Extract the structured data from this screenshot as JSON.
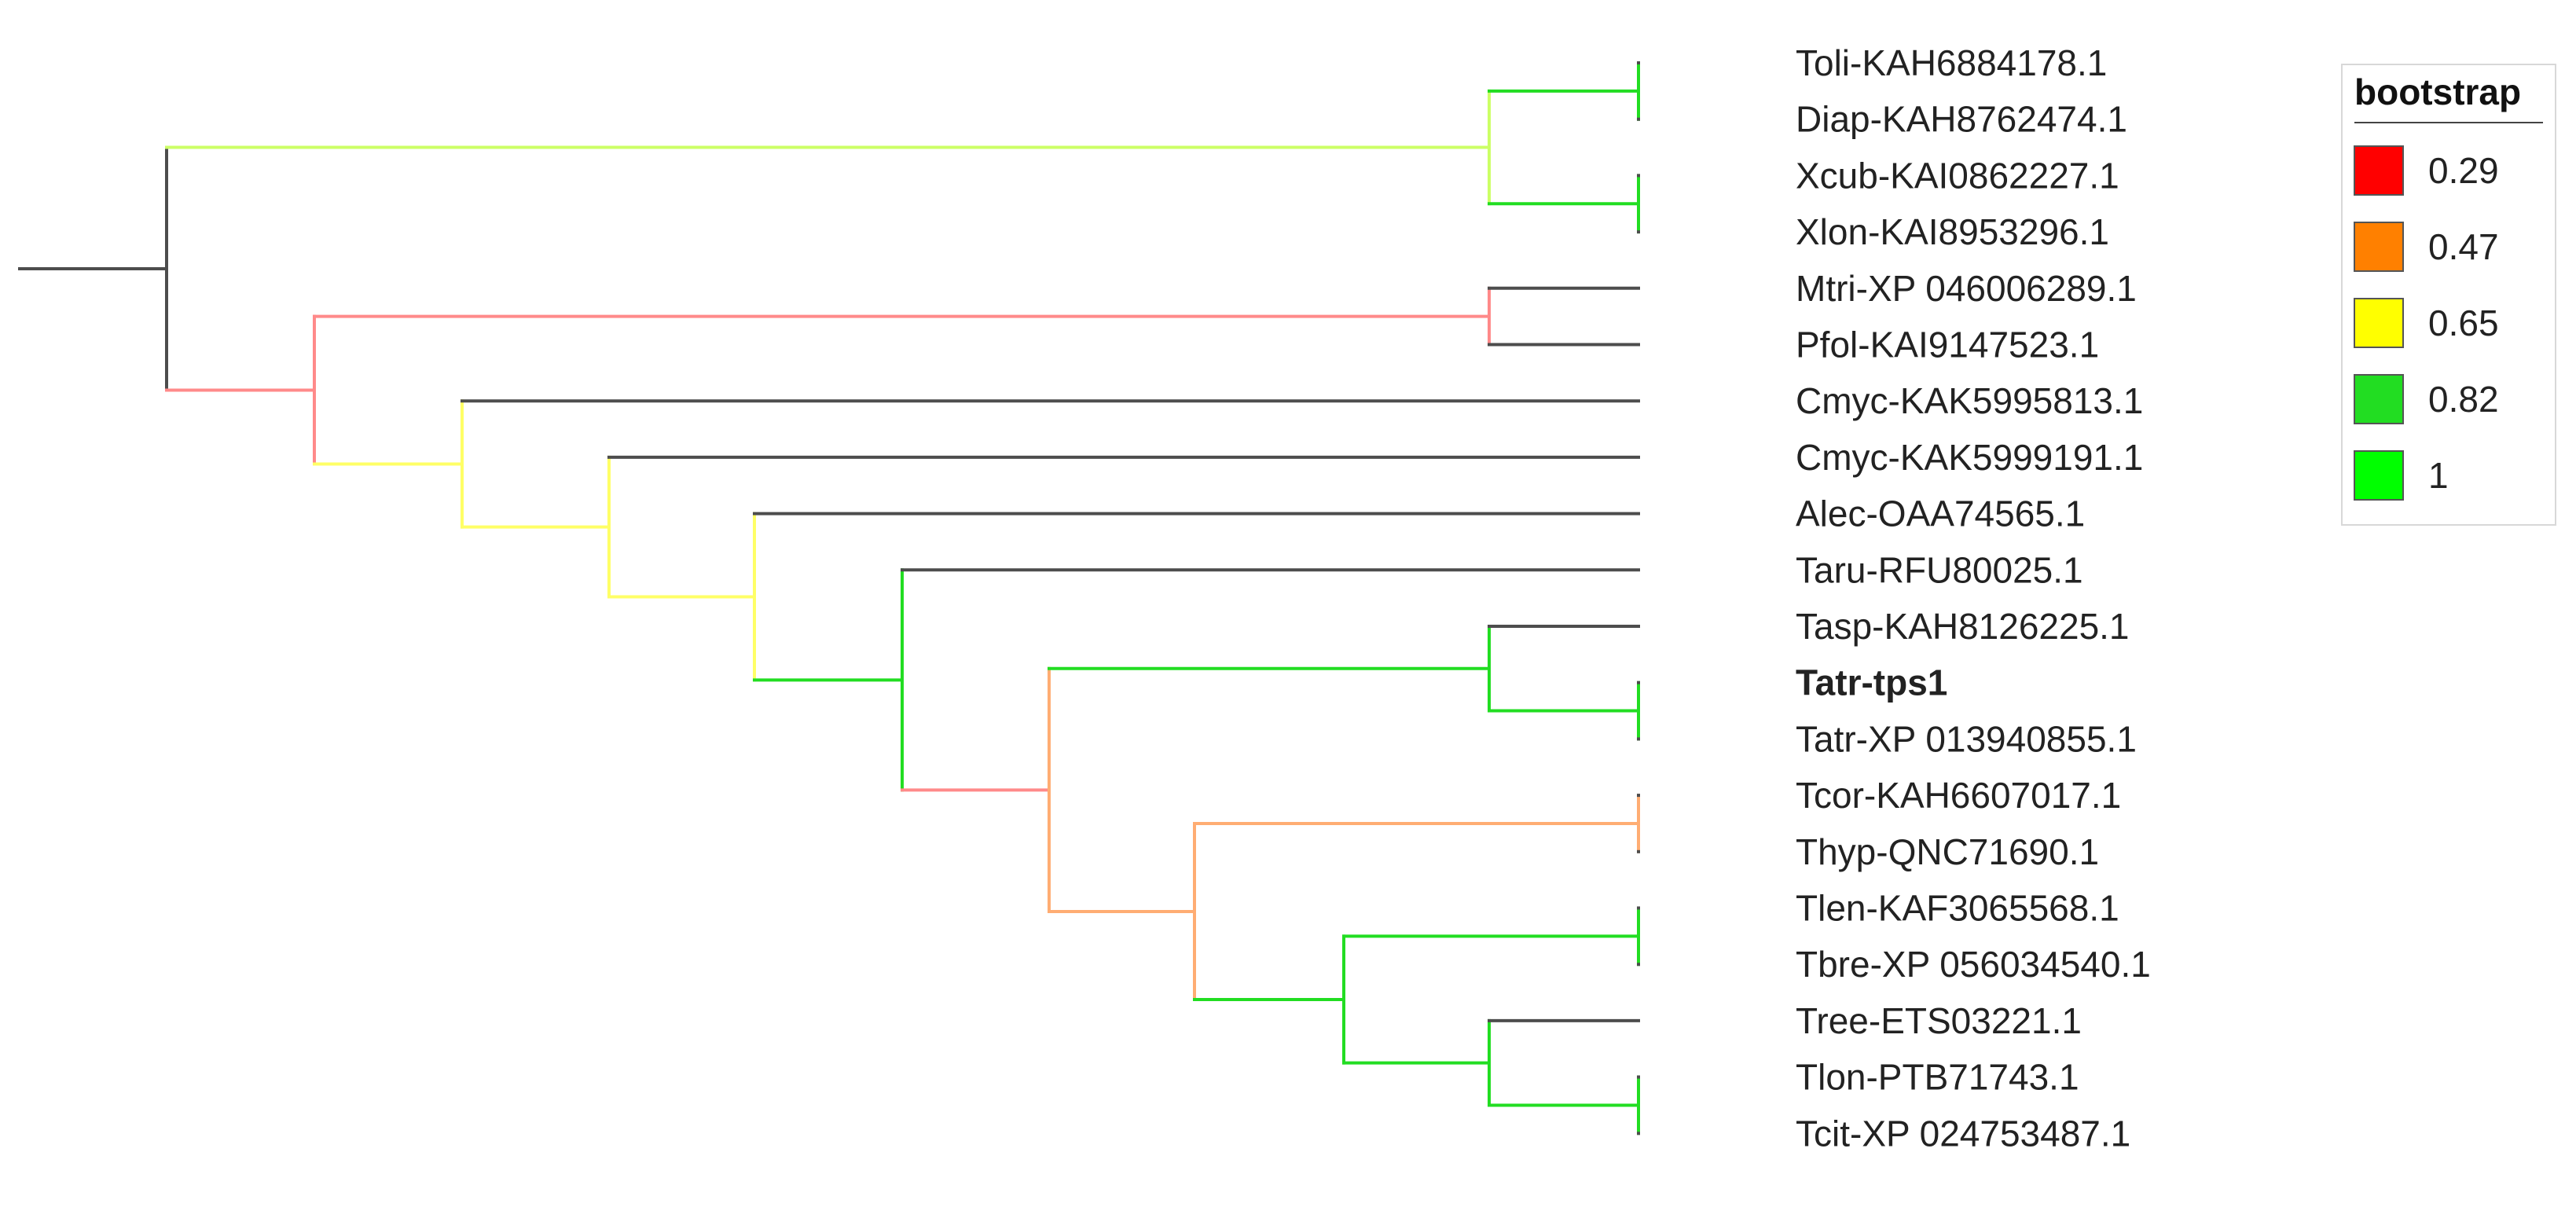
{
  "tree": {
    "leaves": [
      {
        "label": "Toli-KAH6884178.1",
        "bold": false
      },
      {
        "label": "Diap-KAH8762474.1",
        "bold": false
      },
      {
        "label": "Xcub-KAI0862227.1",
        "bold": false
      },
      {
        "label": "Xlon-KAI8953296.1",
        "bold": false
      },
      {
        "label": "Mtri-XP 046006289.1",
        "bold": false
      },
      {
        "label": "Pfol-KAI9147523.1",
        "bold": false
      },
      {
        "label": "Cmyc-KAK5995813.1",
        "bold": false
      },
      {
        "label": "Cmyc-KAK5999191.1",
        "bold": false
      },
      {
        "label": "Alec-OAA74565.1",
        "bold": false
      },
      {
        "label": "Taru-RFU80025.1",
        "bold": false
      },
      {
        "label": "Tasp-KAH8126225.1",
        "bold": false
      },
      {
        "label": "Tatr-tps1",
        "bold": true
      },
      {
        "label": "Tatr-XP 013940855.1",
        "bold": false
      },
      {
        "label": "Tcor-KAH6607017.1",
        "bold": false
      },
      {
        "label": "Thyp-QNC71690.1",
        "bold": false
      },
      {
        "label": "Tlen-KAF3065568.1",
        "bold": false
      },
      {
        "label": "Tbre-XP 056034540.1",
        "bold": false
      },
      {
        "label": "Tree-ETS03221.1",
        "bold": false
      },
      {
        "label": "Tlon-PTB71743.1",
        "bold": false
      },
      {
        "label": "Tcit-XP 024753487.1",
        "bold": false
      }
    ],
    "branch_color_leaf": "#4d4d4d",
    "root_color": "#4d4d4d"
  },
  "legend": {
    "title": "bootstrap",
    "items": [
      {
        "label": "0.29",
        "color": "#ff0000"
      },
      {
        "label": "0.47",
        "color": "#ff8000"
      },
      {
        "label": "0.65",
        "color": "#ffff00"
      },
      {
        "label": "0.82",
        "color": "#22dd22"
      },
      {
        "label": "1",
        "color": "#00ff00"
      }
    ]
  }
}
